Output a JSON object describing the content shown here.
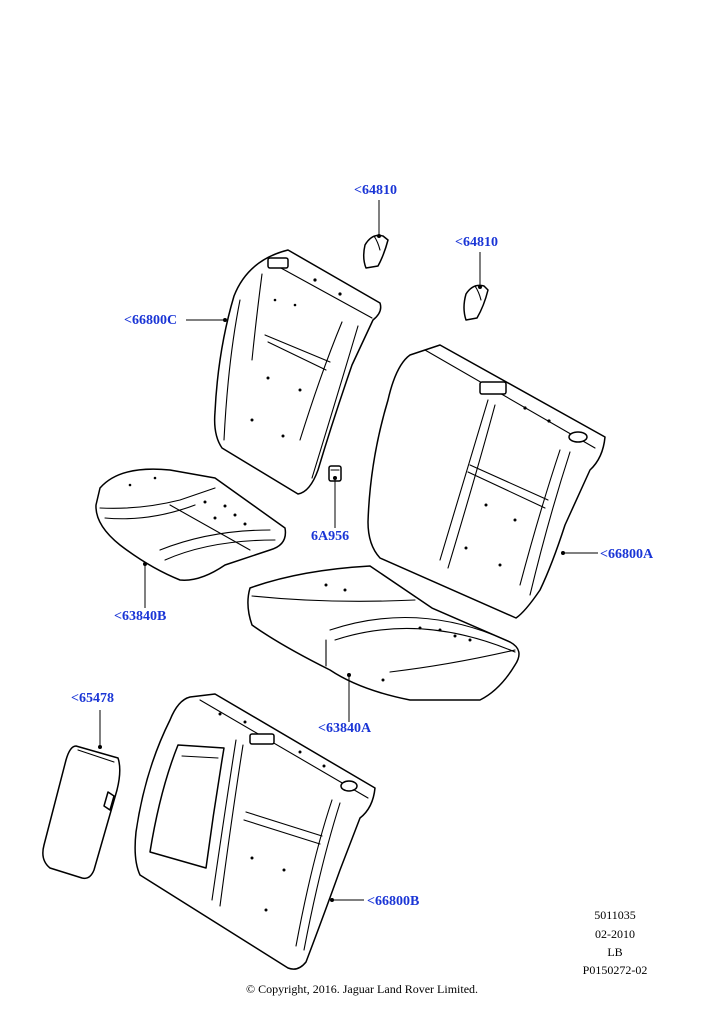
{
  "callouts": {
    "c64810a": "<64810",
    "c64810b": "<64810",
    "c66800c": "<66800C",
    "c6a956": "6A956",
    "c66800a": "<66800A",
    "c63840b": "<63840B",
    "c63840a": "<63840A",
    "c65478": "<65478",
    "c66800b": "<66800B"
  },
  "meta": {
    "line1": "5011035",
    "line2": "02-2010",
    "line3": "LB",
    "line4": "P0150272-02"
  },
  "copyright": "© Copyright, 2016. Jaguar Land Rover Limited.",
  "colors": {
    "callout": "#1a35d6",
    "line": "#000000",
    "background": "#ffffff"
  }
}
